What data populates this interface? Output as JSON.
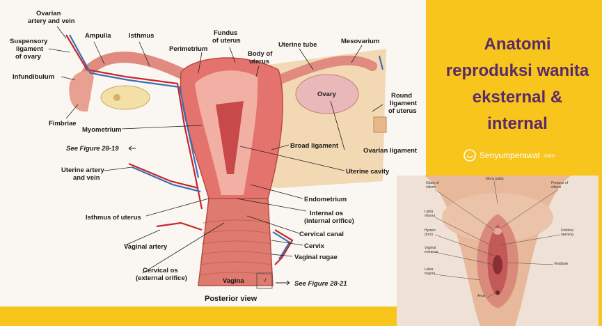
{
  "title": {
    "line1": "Anatomi",
    "line2": "reproduksi wanita",
    "line3": "eksternal &",
    "line4": "internal"
  },
  "brand": {
    "name": "Senyumperawat",
    "suffix": ".com"
  },
  "diagram": {
    "caption": "Posterior view",
    "labels": {
      "ovarian_artery_vein": [
        "Ovarian",
        "artery and vein"
      ],
      "suspensory_ligament": [
        "Suspensory",
        "ligament",
        "of ovary"
      ],
      "ampulla": "Ampulla",
      "isthmus": "Isthmus",
      "perimetrium": "Perimetrium",
      "fundus": [
        "Fundus",
        "of uterus"
      ],
      "body_of_uterus": [
        "Body of",
        "uterus"
      ],
      "uterine_tube": "Uterine tube",
      "mesovarium": "Mesovarium",
      "infundibulum": "Infundibulum",
      "ovary": "Ovary",
      "round_ligament": [
        "Round",
        "ligament",
        "of uterus"
      ],
      "fimbriae": "Fimbriae",
      "myometrium": "Myometrium",
      "see_fig_19": "See Figure 28-19",
      "broad_ligament": "Broad ligament",
      "ovarian_ligament": "Ovarian ligament",
      "uterine_artery_vein": [
        "Uterine artery",
        "and vein"
      ],
      "uterine_cavity": "Uterine cavity",
      "endometrium": "Endometrium",
      "isthmus_of_uterus": "Isthmus of uterus",
      "internal_os": [
        "Internal os",
        "(internal orifice)"
      ],
      "cervical_canal": "Cervical canal",
      "vaginal_artery": "Vaginal artery",
      "cervix": "Cervix",
      "vaginal_rugae": "Vaginal rugae",
      "cervical_os": [
        "Cervical os",
        "(external orifice)"
      ],
      "vagina": "Vagina",
      "see_fig_21": "See Figure 28-21"
    }
  },
  "external": {
    "labels": {
      "glans": [
        "Glans of",
        "clitoris"
      ],
      "mons": "Mons pubis",
      "prepuce": [
        "Prepuce of",
        "clitoris"
      ],
      "minora": [
        "Labia",
        "minora"
      ],
      "urethral": [
        "Urethral",
        "opening"
      ],
      "hymen": [
        "Hymen",
        "(torn)"
      ],
      "vag_entrance": [
        "Vaginal",
        "entrance"
      ],
      "vestibule": "Vestibule",
      "majora": [
        "Labia",
        "majora"
      ],
      "anus": "Anus"
    }
  },
  "colors": {
    "accent": "#f7c51b",
    "title": "#5a2a6a",
    "artery": "#c8262a",
    "vein": "#3a6fb5"
  }
}
